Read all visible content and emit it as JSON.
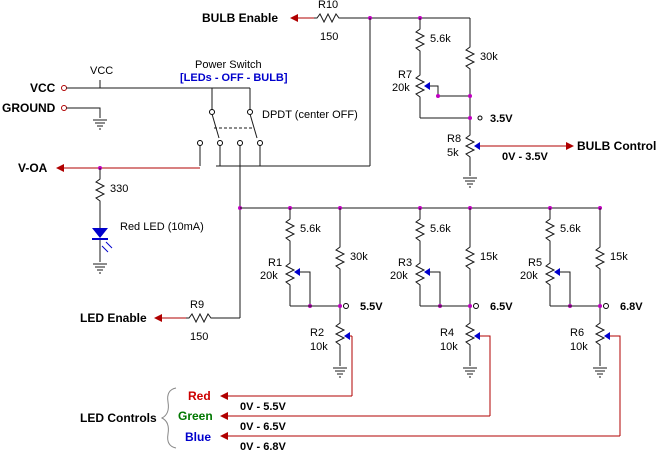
{
  "labels": {
    "bulb_enable": "BULB Enable",
    "r10_name": "R10",
    "r10_value": "150",
    "vcc_small": "VCC",
    "vcc": "VCC",
    "ground": "GROUND",
    "power_switch": "Power Switch",
    "switch_modes": "[LEDs - OFF - BULB]",
    "dpdt": "DPDT (center OFF)",
    "voa": "V-OA",
    "r_330": "330",
    "red_led": "Red LED (10mA)",
    "r7_name": "R7",
    "r7_value": "20k",
    "bulb_56k": "5.6k",
    "bulb_30k": "30k",
    "bulb_35v": "3.5V",
    "r8_name": "R8",
    "r8_value": "5k",
    "bulb_range": "0V - 3.5V",
    "bulb_control": "BULB Control",
    "led_enable": "LED Enable",
    "r9_name": "R9",
    "r9_value": "150",
    "led_controls": "LED Controls",
    "red": "Red",
    "green": "Green",
    "blue": "Blue",
    "red_range": "0V - 5.5V",
    "green_range": "0V - 6.5V",
    "blue_range": "0V - 6.8V"
  },
  "channels": [
    {
      "r_top": "5.6k",
      "pot_name": "R1",
      "pot_value": "20k",
      "r_side": "30k",
      "node_v": "5.5V",
      "pot2_name": "R2",
      "pot2_value": "10k"
    },
    {
      "r_top": "5.6k",
      "pot_name": "R3",
      "pot_value": "20k",
      "r_side": "15k",
      "node_v": "6.5V",
      "pot2_name": "R4",
      "pot2_value": "10k"
    },
    {
      "r_top": "5.6k",
      "pot_name": "R5",
      "pot_value": "20k",
      "r_side": "15k",
      "node_v": "6.8V",
      "pot2_name": "R6",
      "pot2_value": "10k"
    }
  ],
  "colors": {
    "wire": "#1a1a1a",
    "output_wire": "#b00000",
    "mode_text": "#0000cc",
    "node_dot": "#c000c0",
    "red_label": "#cc0000",
    "green_label": "#007700",
    "blue_label": "#0000cc"
  }
}
